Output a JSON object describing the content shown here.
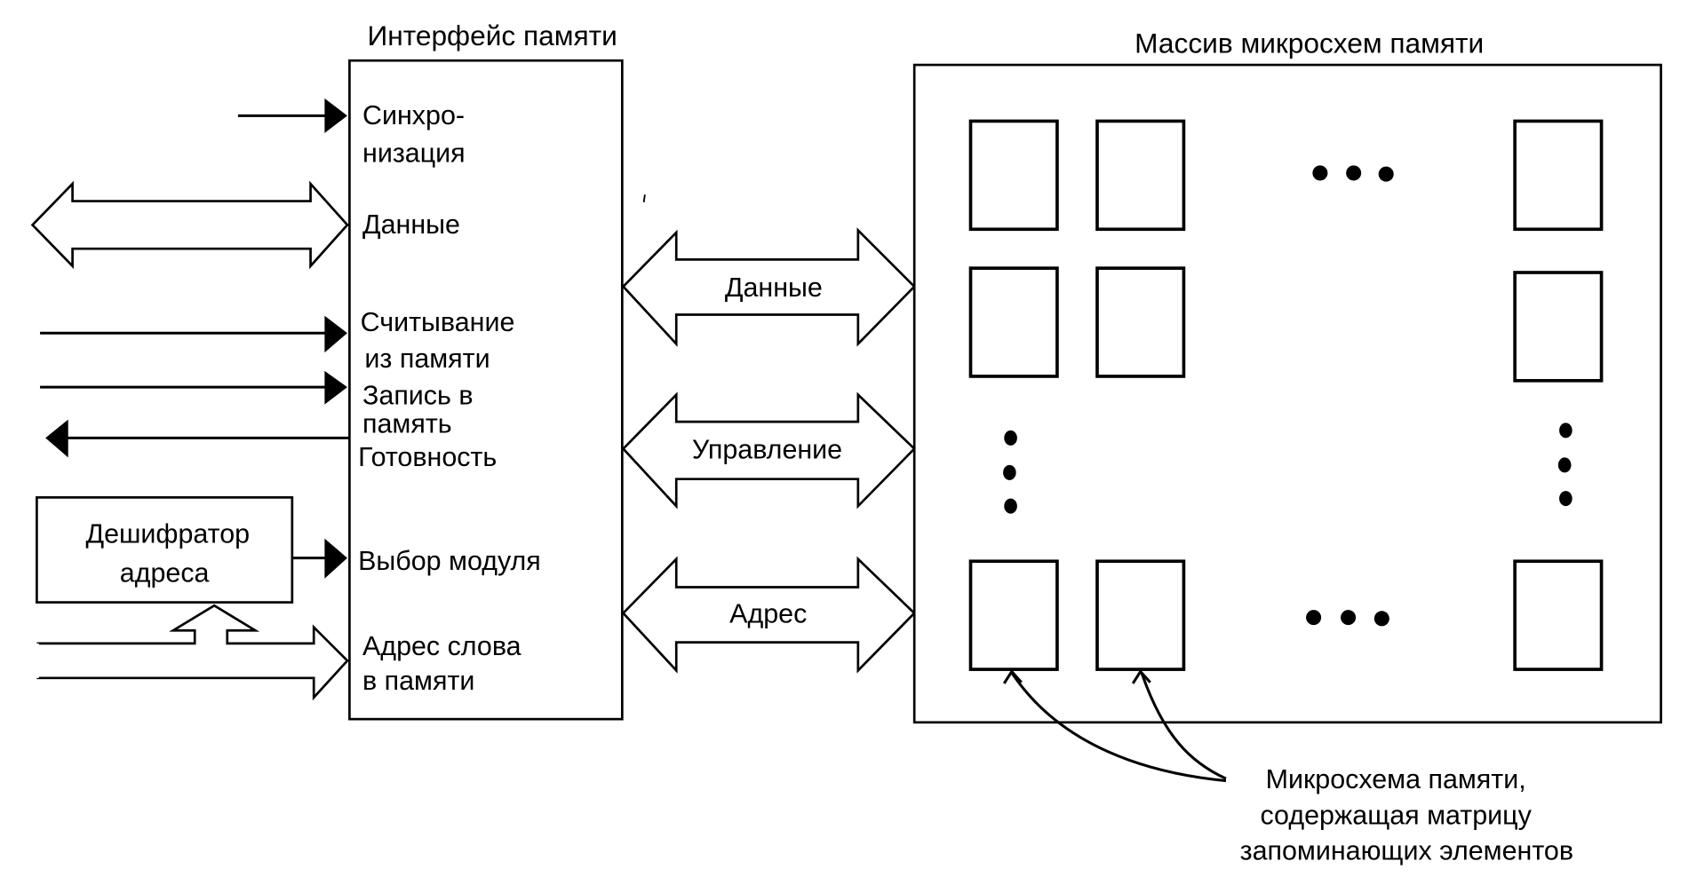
{
  "diagram": {
    "interface_title": "Интерфейс памяти",
    "array_title": "Массив микросхем памяти",
    "interface_signals": [
      {
        "lines": [
          "Синхро-",
          "низация"
        ],
        "direction": "in",
        "type": "signal"
      },
      {
        "lines": [
          "Данные"
        ],
        "direction": "bidirectional",
        "type": "bus"
      },
      {
        "lines": [
          "Считывание",
          "из памяти"
        ],
        "direction": "in",
        "type": "signal"
      },
      {
        "lines": [
          "Запись в",
          "память"
        ],
        "direction": "in",
        "type": "signal"
      },
      {
        "lines": [
          "Готовность"
        ],
        "direction": "out",
        "type": "signal"
      },
      {
        "lines": [
          "Выбор модуля"
        ],
        "direction": "in",
        "type": "signal"
      },
      {
        "lines": [
          "Адрес слова",
          "в памяти"
        ],
        "direction": "in",
        "type": "bus"
      }
    ],
    "decoder": {
      "lines": [
        "Дешифратор",
        "адреса"
      ]
    },
    "internal_buses": [
      {
        "label": "Данные"
      },
      {
        "label": "Управление"
      },
      {
        "label": "Адрес"
      }
    ],
    "chip_grid": {
      "rows_shown": 3,
      "cols_shown": 3,
      "ellipsis": "• • •"
    },
    "callout": {
      "lines": [
        "Микросхема памяти,",
        "содержащая матрицу",
        "запоминающих элементов"
      ]
    }
  }
}
